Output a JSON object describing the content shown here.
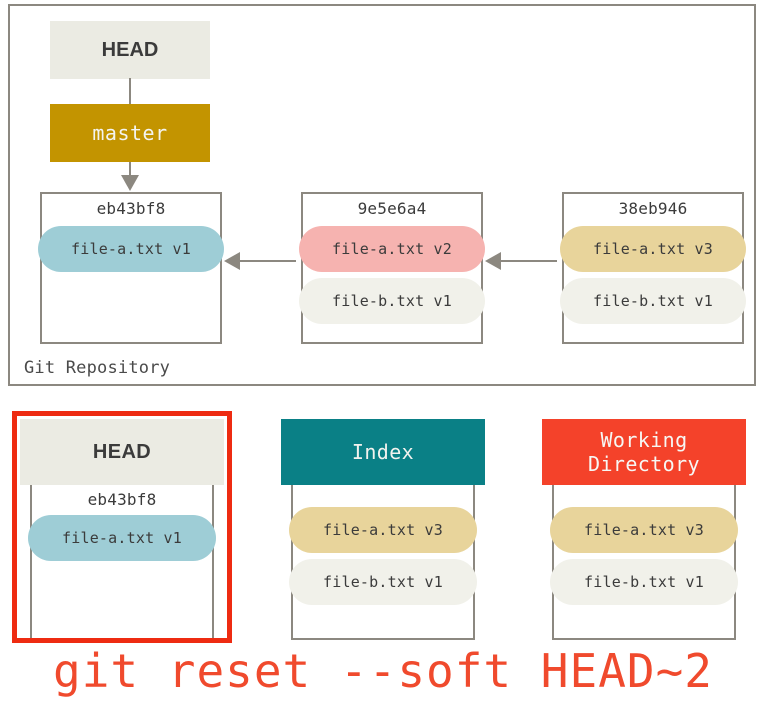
{
  "repository": {
    "label": "Git Repository",
    "refs": [
      {
        "name": "HEAD",
        "style": "head"
      },
      {
        "name": "master",
        "style": "branch"
      }
    ],
    "commits": [
      {
        "sha": "eb43bf8",
        "blobs": [
          {
            "label": "file-a.txt v1",
            "color": "teal"
          }
        ]
      },
      {
        "sha": "9e5e6a4",
        "blobs": [
          {
            "label": "file-a.txt v2",
            "color": "pink"
          },
          {
            "label": "file-b.txt v1",
            "color": "plain"
          }
        ]
      },
      {
        "sha": "38eb946",
        "blobs": [
          {
            "label": "file-a.txt v3",
            "color": "khaki"
          },
          {
            "label": "file-b.txt v1",
            "color": "plain"
          }
        ]
      }
    ]
  },
  "areas": [
    {
      "title": "HEAD",
      "header_color": "#ebebe3",
      "sha": "eb43bf8",
      "highlighted": true,
      "blobs": [
        {
          "label": "file-a.txt v1",
          "color": "teal"
        }
      ]
    },
    {
      "title": "Index",
      "header_color": "#0a8086",
      "sha": "",
      "highlighted": false,
      "blobs": [
        {
          "label": "file-a.txt v3",
          "color": "khaki"
        },
        {
          "label": "file-b.txt v1",
          "color": "plain"
        }
      ]
    },
    {
      "title_line1": "Working",
      "title_line2": "Directory",
      "header_color": "#f4422a",
      "sha": "",
      "highlighted": false,
      "blobs": [
        {
          "label": "file-a.txt v3",
          "color": "khaki"
        },
        {
          "label": "file-b.txt v1",
          "color": "plain"
        }
      ]
    }
  ],
  "caption": "git reset --soft HEAD~2",
  "colors": {
    "branch_gold": "#c39400",
    "highlight_red": "#ee2b11",
    "caption_red": "#f04a2d",
    "index_teal": "#0a8086",
    "working_orange": "#f4422a",
    "frame_gray": "#8c8880",
    "blob_teal": "#9ecdd6",
    "blob_pink": "#f6b3b0",
    "blob_khaki": "#e8d49b",
    "blob_plain": "#f1f1ea"
  }
}
